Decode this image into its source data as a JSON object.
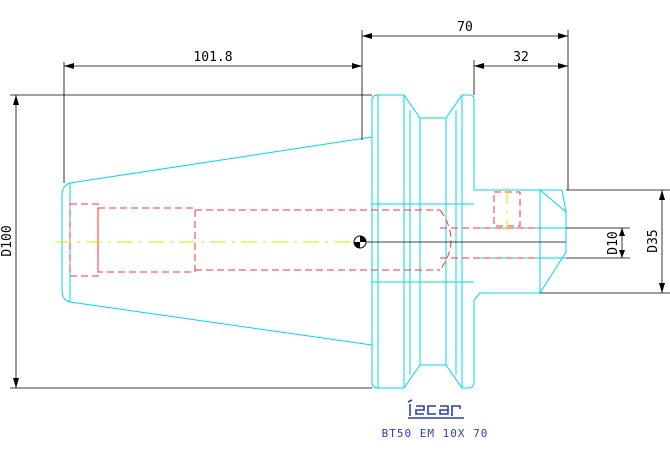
{
  "dimensions": {
    "overall_length": "70",
    "nose_length": "32",
    "taper_length": "101.8",
    "flange_diameter": "D100",
    "nose_diameter": "D35",
    "bore_diameter": "D10"
  },
  "caption": {
    "brand": "iscar",
    "part_code": "BT50 EM 10X 70"
  },
  "colors": {
    "outline": "#00d8e8",
    "hidden": "#ff3030",
    "centerline": "#e8e000",
    "dimension": "#000000",
    "caption": "#2a3fb0"
  }
}
